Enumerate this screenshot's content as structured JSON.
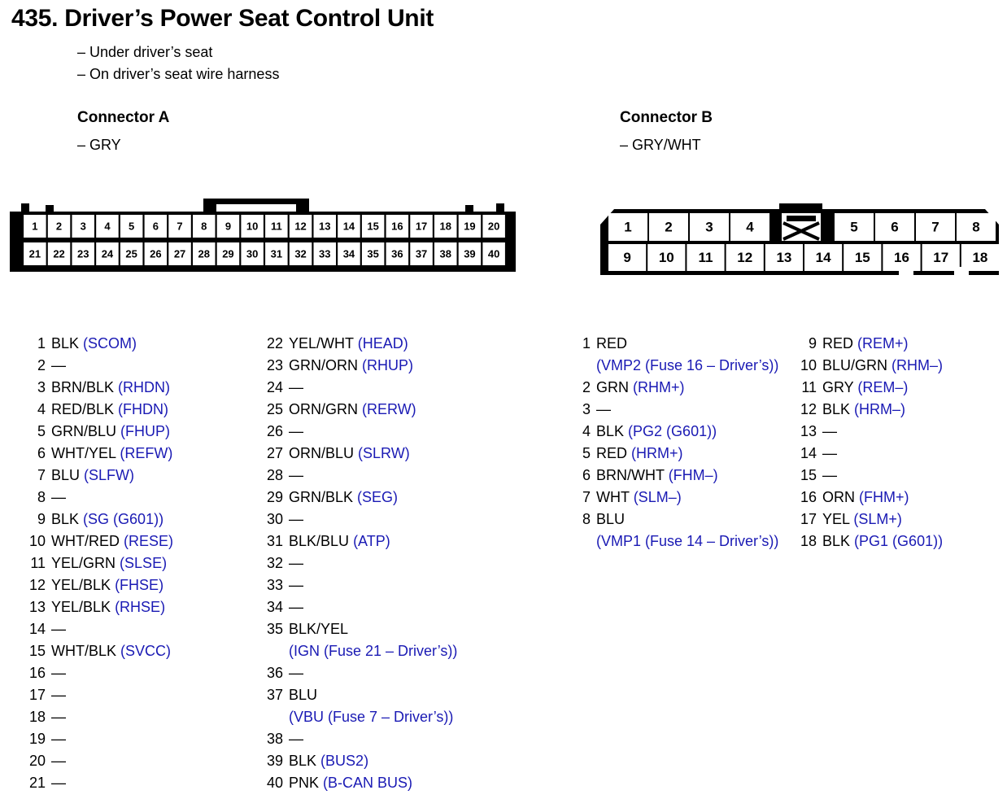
{
  "title": "435. Driver’s Power Seat Control Unit",
  "notes": [
    "– Under driver’s seat",
    "– On driver’s seat wire harness"
  ],
  "connector_a": {
    "heading": "Connector A",
    "color": "– GRY",
    "top_pins": [
      "1",
      "2",
      "3",
      "4",
      "5",
      "6",
      "7",
      "8",
      "9",
      "10",
      "11",
      "12",
      "13",
      "14",
      "15",
      "16",
      "17",
      "18",
      "19",
      "20"
    ],
    "bottom_pins": [
      "21",
      "22",
      "23",
      "24",
      "25",
      "26",
      "27",
      "28",
      "29",
      "30",
      "31",
      "32",
      "33",
      "34",
      "35",
      "36",
      "37",
      "38",
      "39",
      "40"
    ],
    "column_1": [
      {
        "no": "1",
        "wire": "BLK",
        "signal": "(SCOM)"
      },
      {
        "no": "2",
        "wire": "—",
        "signal": ""
      },
      {
        "no": "3",
        "wire": "BRN/BLK",
        "signal": "(RHDN)"
      },
      {
        "no": "4",
        "wire": "RED/BLK",
        "signal": "(FHDN)"
      },
      {
        "no": "5",
        "wire": "GRN/BLU",
        "signal": "(FHUP)"
      },
      {
        "no": "6",
        "wire": "WHT/YEL",
        "signal": "(REFW)"
      },
      {
        "no": "7",
        "wire": "BLU",
        "signal": "(SLFW)"
      },
      {
        "no": "8",
        "wire": "—",
        "signal": ""
      },
      {
        "no": "9",
        "wire": "BLK",
        "signal": "(SG (G601))"
      },
      {
        "no": "10",
        "wire": "WHT/RED",
        "signal": "(RESE)"
      },
      {
        "no": "11",
        "wire": "YEL/GRN",
        "signal": "(SLSE)"
      },
      {
        "no": "12",
        "wire": "YEL/BLK",
        "signal": "(FHSE)"
      },
      {
        "no": "13",
        "wire": "YEL/BLK",
        "signal": "(RHSE)"
      },
      {
        "no": "14",
        "wire": "—",
        "signal": ""
      },
      {
        "no": "15",
        "wire": "WHT/BLK",
        "signal": "(SVCC)"
      },
      {
        "no": "16",
        "wire": "—",
        "signal": ""
      },
      {
        "no": "17",
        "wire": "—",
        "signal": ""
      },
      {
        "no": "18",
        "wire": "—",
        "signal": ""
      },
      {
        "no": "19",
        "wire": "—",
        "signal": ""
      },
      {
        "no": "20",
        "wire": "—",
        "signal": ""
      },
      {
        "no": "21",
        "wire": "—",
        "signal": ""
      }
    ],
    "column_2": [
      {
        "no": "22",
        "wire": "YEL/WHT",
        "signal": "(HEAD)"
      },
      {
        "no": "23",
        "wire": "GRN/ORN",
        "signal": "(RHUP)"
      },
      {
        "no": "24",
        "wire": "—",
        "signal": ""
      },
      {
        "no": "25",
        "wire": "ORN/GRN",
        "signal": "(RERW)"
      },
      {
        "no": "26",
        "wire": "—",
        "signal": ""
      },
      {
        "no": "27",
        "wire": "ORN/BLU",
        "signal": "(SLRW)"
      },
      {
        "no": "28",
        "wire": "—",
        "signal": ""
      },
      {
        "no": "29",
        "wire": "GRN/BLK",
        "signal": "(SEG)"
      },
      {
        "no": "30",
        "wire": "—",
        "signal": ""
      },
      {
        "no": "31",
        "wire": "BLK/BLU",
        "signal": "(ATP)"
      },
      {
        "no": "32",
        "wire": "—",
        "signal": ""
      },
      {
        "no": "33",
        "wire": "—",
        "signal": ""
      },
      {
        "no": "34",
        "wire": "—",
        "signal": ""
      },
      {
        "no": "35",
        "wire": "BLK/YEL",
        "signal": "",
        "wrap": "(IGN (Fuse 21 – Driver’s))"
      },
      {
        "no": "36",
        "wire": "—",
        "signal": ""
      },
      {
        "no": "37",
        "wire": "BLU",
        "signal": "",
        "wrap": "(VBU (Fuse 7 – Driver’s))"
      },
      {
        "no": "38",
        "wire": "—",
        "signal": ""
      },
      {
        "no": "39",
        "wire": "BLK",
        "signal": "(BUS2)"
      },
      {
        "no": "40",
        "wire": "PNK",
        "signal": "(B-CAN BUS)"
      }
    ]
  },
  "connector_b": {
    "heading": "Connector B",
    "color": "– GRY/WHT",
    "top_pins": [
      "1",
      "2",
      "3",
      "4",
      "",
      "5",
      "6",
      "7",
      "8"
    ],
    "bottom_pins": [
      "9",
      "10",
      "11",
      "12",
      "13",
      "14",
      "15",
      "16",
      "17",
      "18"
    ],
    "blank_cell_icon": "x-cross-blank",
    "column_1": [
      {
        "no": "1",
        "wire": "RED",
        "signal": "",
        "wrap": "(VMP2 (Fuse 16 – Driver’s))"
      },
      {
        "no": "2",
        "wire": "GRN",
        "signal": "(RHM+)"
      },
      {
        "no": "3",
        "wire": "—",
        "signal": ""
      },
      {
        "no": "4",
        "wire": "BLK",
        "signal": "(PG2 (G601))"
      },
      {
        "no": "5",
        "wire": "RED",
        "signal": "(HRM+)"
      },
      {
        "no": "6",
        "wire": "BRN/WHT",
        "signal": "(FHM–)"
      },
      {
        "no": "7",
        "wire": "WHT",
        "signal": "(SLM–)"
      },
      {
        "no": "8",
        "wire": "BLU",
        "signal": "",
        "wrap": "(VMP1 (Fuse 14 – Driver’s))"
      }
    ],
    "column_2": [
      {
        "no": "9",
        "wire": "RED",
        "signal": "(REM+)"
      },
      {
        "no": "10",
        "wire": "BLU/GRN",
        "signal": "(RHM–)"
      },
      {
        "no": "11",
        "wire": "GRY",
        "signal": "(REM–)"
      },
      {
        "no": "12",
        "wire": "BLK",
        "signal": "(HRM–)"
      },
      {
        "no": "13",
        "wire": "—",
        "signal": ""
      },
      {
        "no": "14",
        "wire": "—",
        "signal": ""
      },
      {
        "no": "15",
        "wire": "—",
        "signal": ""
      },
      {
        "no": "16",
        "wire": "ORN",
        "signal": "(FHM+)"
      },
      {
        "no": "17",
        "wire": "YEL",
        "signal": "(SLM+)"
      },
      {
        "no": "18",
        "wire": "BLK",
        "signal": "(PG1 (G601))"
      }
    ]
  },
  "colors": {
    "signal_blue": "#1a1ab4",
    "text_black": "#000000",
    "background": "#ffffff"
  }
}
